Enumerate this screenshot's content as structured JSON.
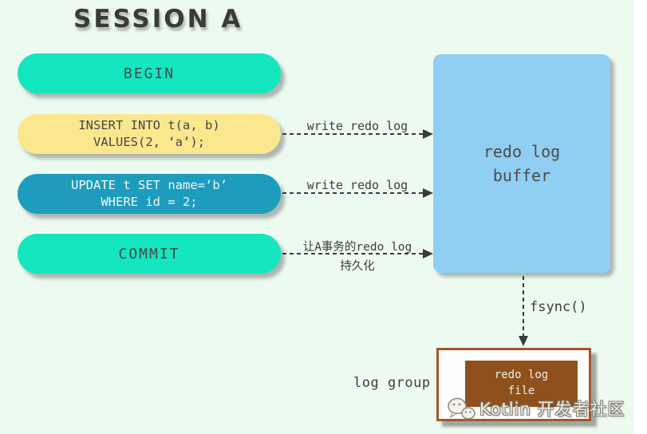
{
  "title": "SESSION A",
  "session": {
    "steps": [
      {
        "name": "begin",
        "lines": [
          "BEGIN"
        ]
      },
      {
        "name": "insert",
        "lines": [
          "INSERT INTO t(a, b)",
          "VALUES(2, ‘a’);"
        ]
      },
      {
        "name": "update",
        "lines": [
          "UPDATE t SET name=‘b’",
          "WHERE id = 2;"
        ]
      },
      {
        "name": "commit",
        "lines": [
          "COMMIT"
        ]
      }
    ]
  },
  "arrows": [
    {
      "label": "write redo log"
    },
    {
      "label": "write redo log"
    },
    {
      "label_lines": [
        "让A事务的redo log",
        "持久化"
      ]
    }
  ],
  "buffer_box": {
    "lines": [
      "redo log",
      "buffer"
    ]
  },
  "fsync_label": "fsync()",
  "log_group_label": "log group",
  "file_box": {
    "lines": [
      "redo log",
      "file"
    ]
  },
  "watermark": {
    "icon": "wechat-icon",
    "text": "Kotlin 开发者社区"
  },
  "colors": {
    "background": "#edfaf0",
    "pill_green": "#14e6bf",
    "pill_yellow": "#fbe88e",
    "pill_teal": "#1d9cbe",
    "buffer_blue": "#90cef2",
    "file_brown_fill": "#8e511d",
    "file_brown_border": "#a3572a",
    "arrow": "#3a3a3a"
  }
}
